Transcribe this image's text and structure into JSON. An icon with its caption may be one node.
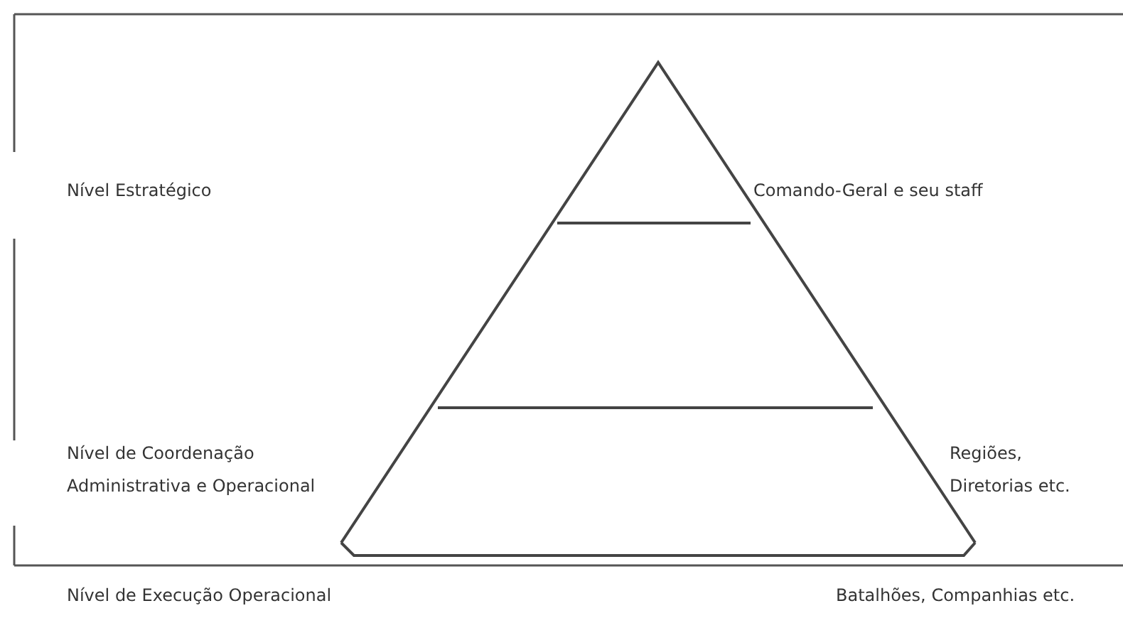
{
  "diagram": {
    "labels": [
      "Nível Estratégico",
      "Comando-Geral e seu staff",
      "Nível de Coordenação Administrativa e Operacional",
      "Regiões, Diretorias etc.",
      "Nível de Execução Operacional",
      "Batalhões, Companhias etc."
    ]
  }
}
